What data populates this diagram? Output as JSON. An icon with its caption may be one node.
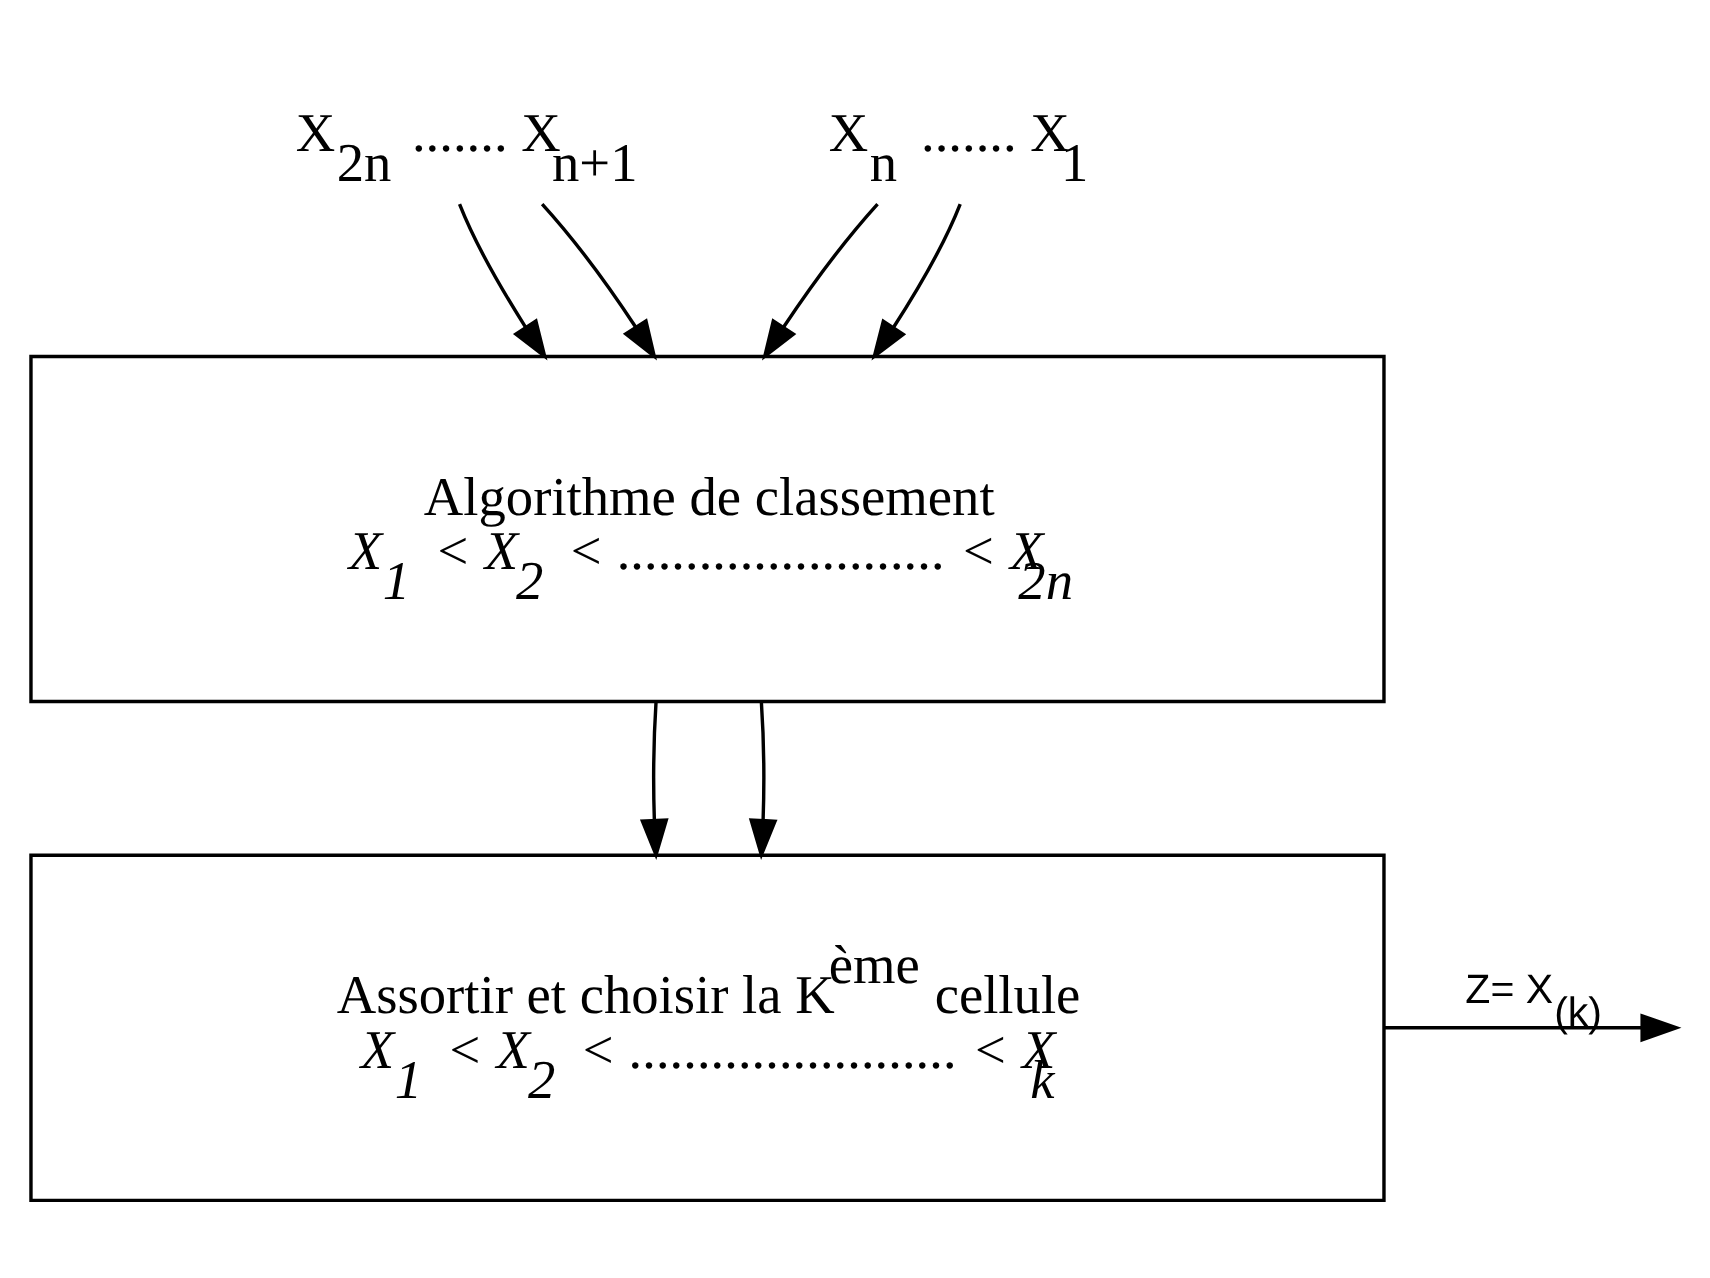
{
  "diagram": {
    "nodes": [
      {
        "text": [
          "X$_{2n}$ ....... X$_{n+1}$"
        ]
      },
      {
        "text": [
          "X$_{n}$ ....... X$_{1}$"
        ]
      },
      {
        "text": [
          "Algorithme de classement",
          "X$_{1}$ < X$_{2}$ < ........................ < X$_{2n}$"
        ]
      },
      {
        "text": [
          "Assortir et choisir la K$^{ème}$ cellule",
          "X$_{1}$ < X$_{2}$ < ........................ < X$_{k}$"
        ]
      }
    ],
    "edges": [
      {
        "from": 0,
        "to": 2,
        "arrow": "to"
      },
      {
        "from": 0,
        "to": 2,
        "arrow": "to"
      },
      {
        "from": 1,
        "to": 2,
        "arrow": "to"
      },
      {
        "from": 1,
        "to": 2,
        "arrow": "to"
      },
      {
        "from": 2,
        "to": 3,
        "arrow": "to"
      },
      {
        "from": 2,
        "to": 3,
        "arrow": "to"
      },
      {
        "from": 3,
        "to": null,
        "arrow": "to",
        "label": "Z= X$_{(k)}$"
      }
    ]
  }
}
